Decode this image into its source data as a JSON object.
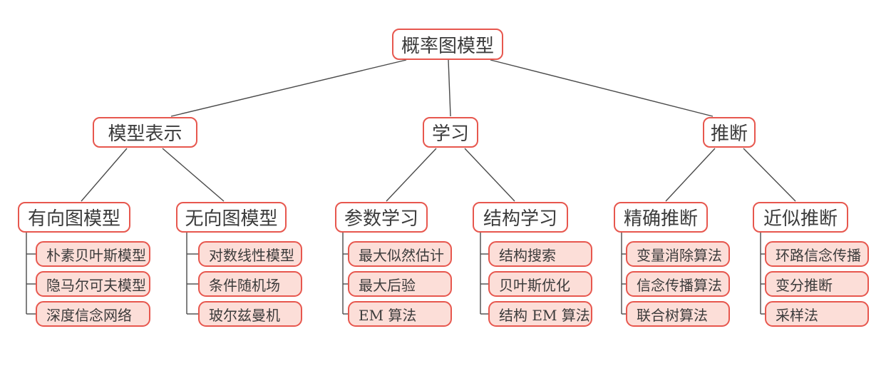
{
  "colors": {
    "node_border": "#e7574e",
    "leaf_fill": "#fcded8",
    "branch_fill": "#ffffff",
    "connector_line": "#4a4a4a",
    "text": "#3b3b3b"
  },
  "tree": {
    "label": "概率图模型",
    "children": [
      {
        "label": "模型表示",
        "children": [
          {
            "label": "有向图模型",
            "children": [
              {
                "label": "朴素贝叶斯模型"
              },
              {
                "label": "隐马尔可夫模型"
              },
              {
                "label": "深度信念网络"
              }
            ]
          },
          {
            "label": "无向图模型",
            "children": [
              {
                "label": "对数线性模型"
              },
              {
                "label": "条件随机场"
              },
              {
                "label": "玻尔兹曼机"
              }
            ]
          }
        ]
      },
      {
        "label": "学习",
        "children": [
          {
            "label": "参数学习",
            "children": [
              {
                "label": "最大似然估计"
              },
              {
                "label": "最大后验"
              },
              {
                "label": "EM 算法"
              }
            ]
          },
          {
            "label": "结构学习",
            "children": [
              {
                "label": "结构搜索"
              },
              {
                "label": "贝叶斯优化"
              },
              {
                "label": "结构 EM 算法"
              }
            ]
          }
        ]
      },
      {
        "label": "推断",
        "children": [
          {
            "label": "精确推断",
            "children": [
              {
                "label": "变量消除算法"
              },
              {
                "label": "信念传播算法"
              },
              {
                "label": "联合树算法"
              }
            ]
          },
          {
            "label": "近似推断",
            "children": [
              {
                "label": "环路信念传播"
              },
              {
                "label": "变分推断"
              },
              {
                "label": "采样法"
              }
            ]
          }
        ]
      }
    ]
  }
}
